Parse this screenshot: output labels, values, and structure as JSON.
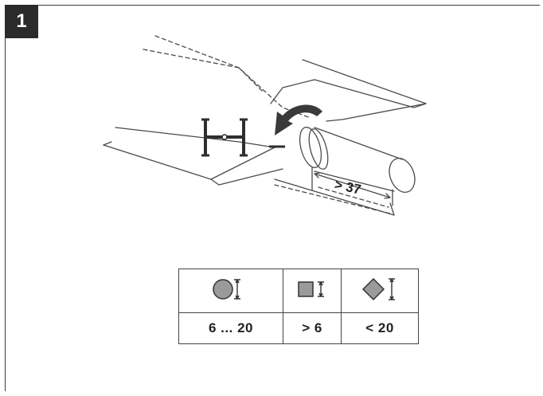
{
  "step": {
    "number": "1"
  },
  "illustration": {
    "dimension_label": "> 37",
    "icons": [
      "hex-tool-icon",
      "rotate-arrow-icon"
    ]
  },
  "sizes_table": {
    "icons": [
      "round-bar-icon",
      "square-bar-icon",
      "diamond-bar-icon"
    ],
    "values": [
      "6 ... 20",
      "> 6",
      "< 20"
    ]
  },
  "colors": {
    "line": "#3a3a3a",
    "fill_gray": "#9a9a9a",
    "badge": "#2b2b2b"
  }
}
